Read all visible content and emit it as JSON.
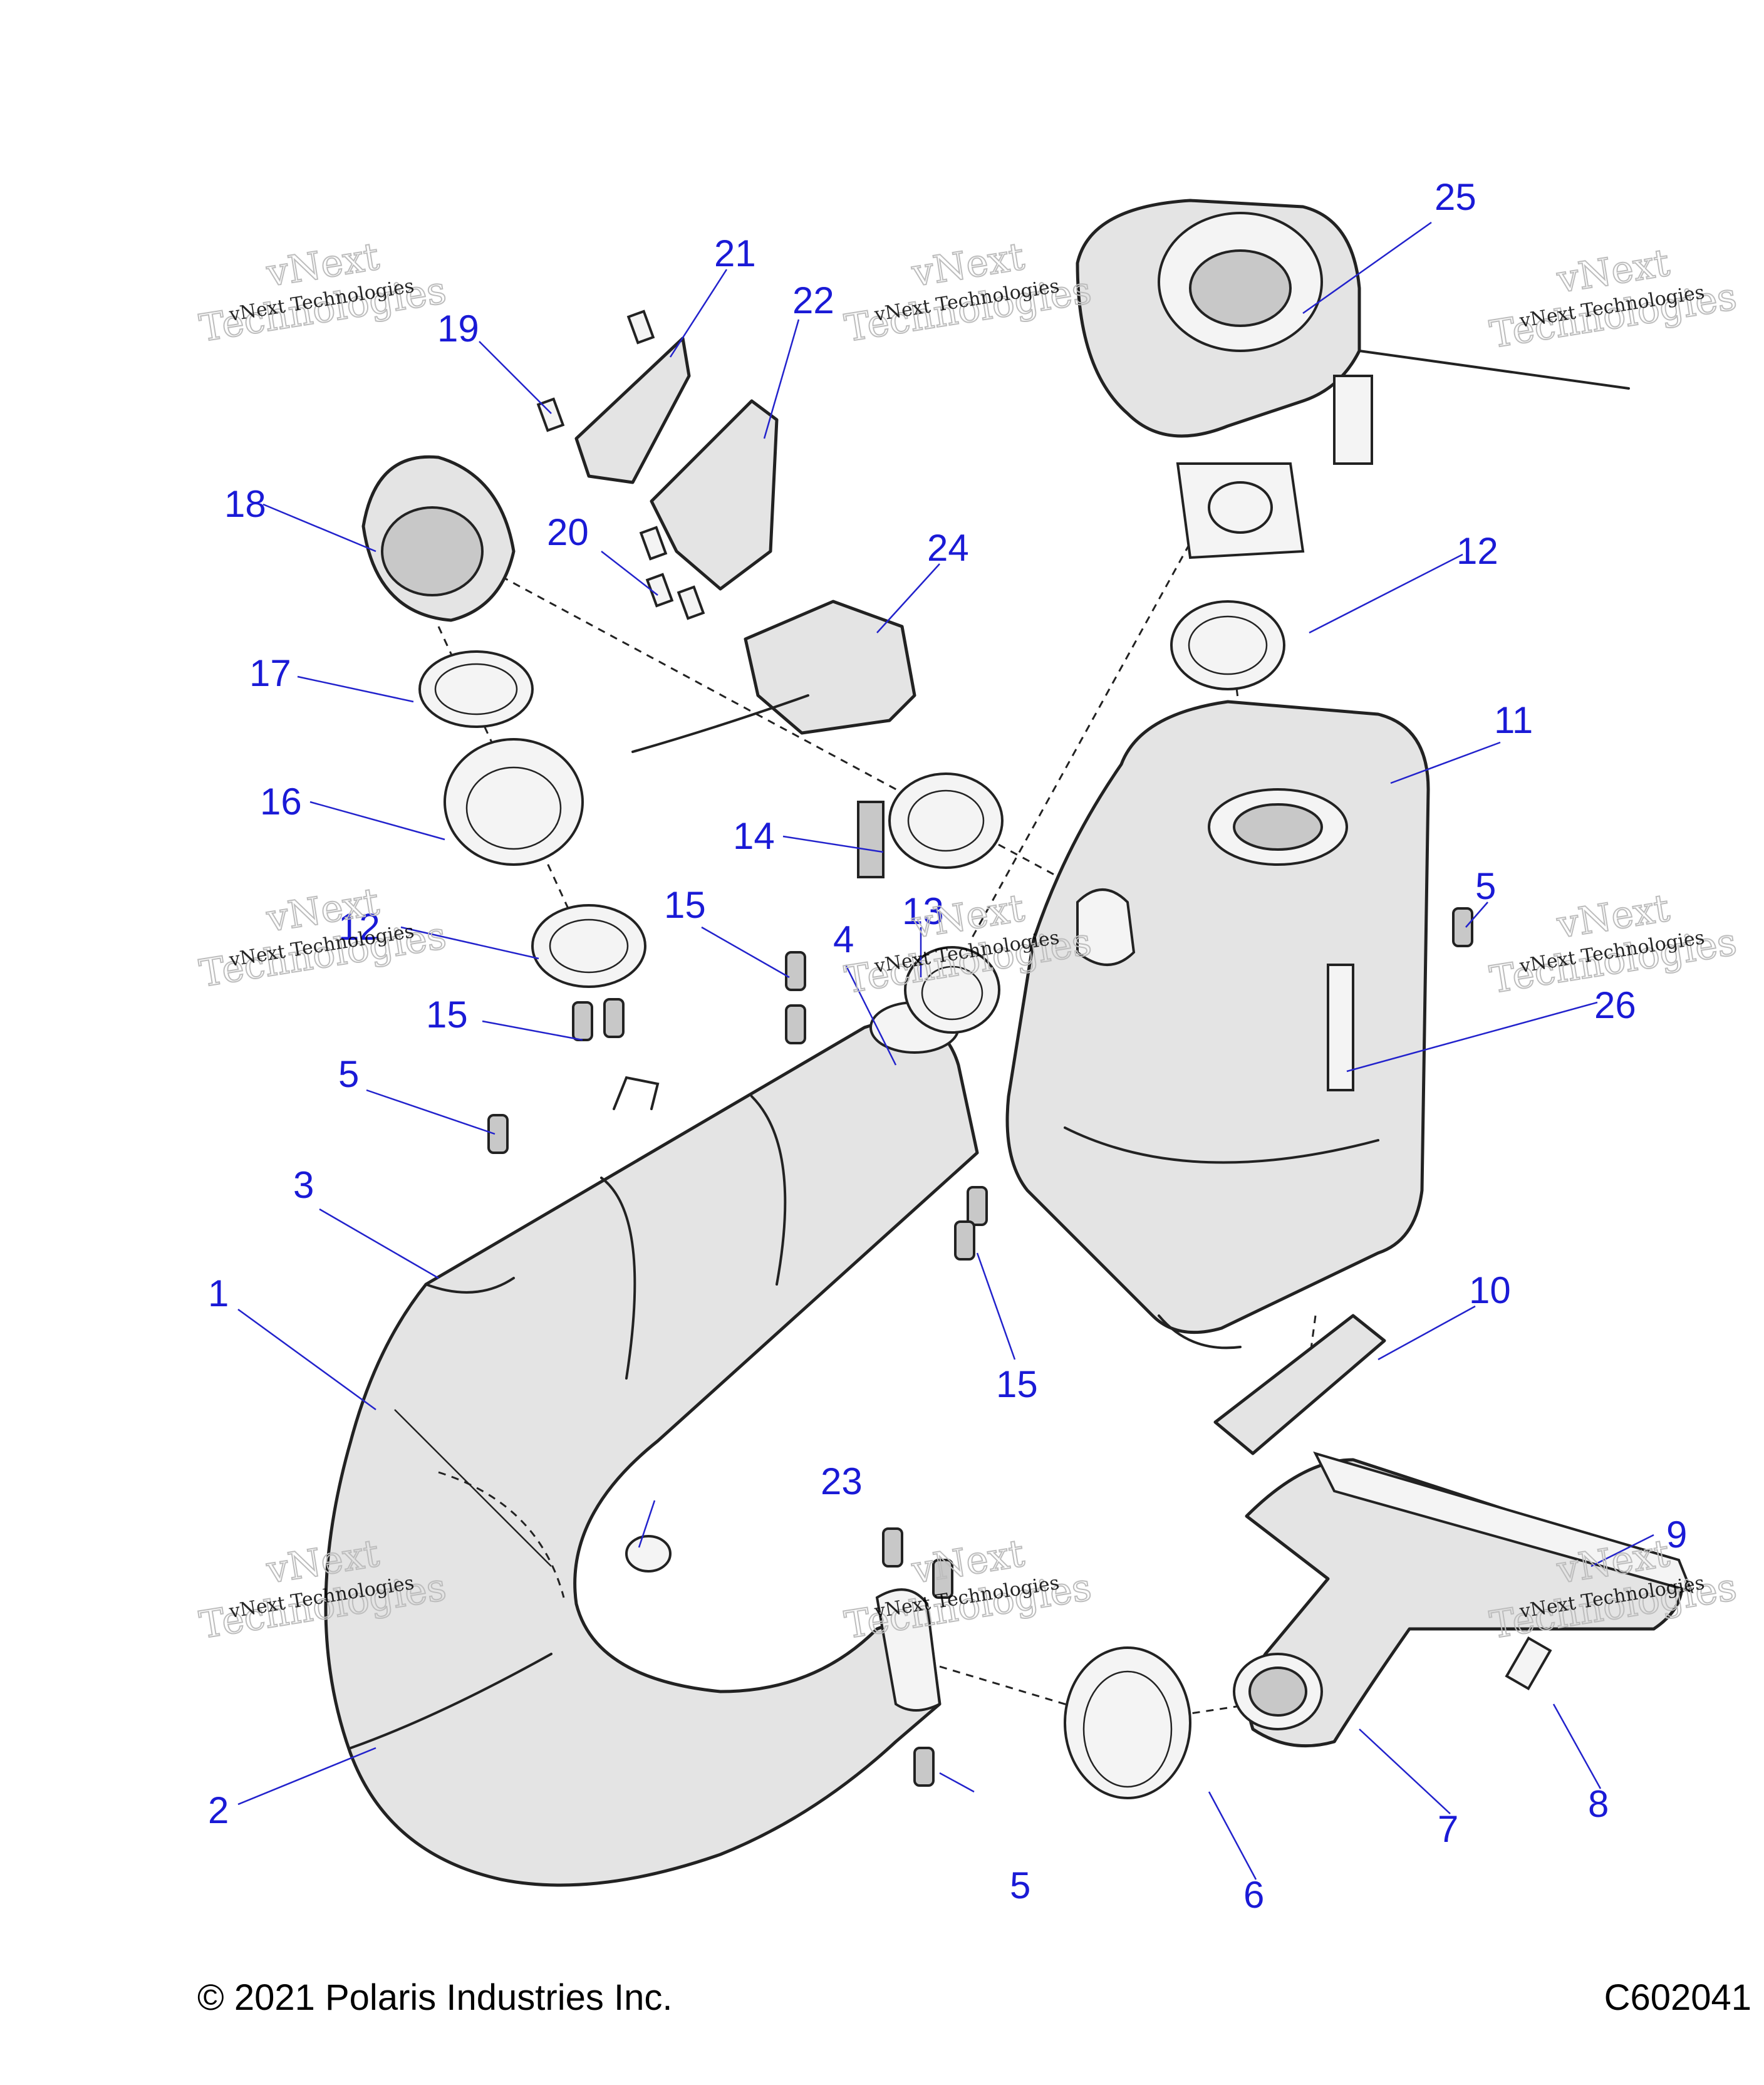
{
  "callouts": [
    "1",
    "2",
    "3",
    "4",
    "5",
    "6",
    "7",
    "8",
    "9",
    "10",
    "11",
    "12",
    "13",
    "14",
    "15",
    "16",
    "17",
    "18",
    "19",
    "20",
    "21",
    "22",
    "23",
    "24",
    "25",
    "26"
  ],
  "watermark": {
    "line1": "vNext",
    "line2": "Technologies",
    "small": "vNext Technologies"
  },
  "footer": {
    "copyright": "© 2021 Polaris Industries Inc.",
    "code": "C602041"
  },
  "colors": {
    "callout": "#1a1ad6",
    "leader": "#2222cc"
  }
}
